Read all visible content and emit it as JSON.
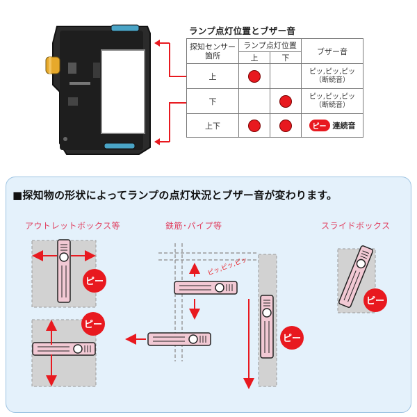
{
  "table": {
    "title": "ランプ点灯位置とブザー音",
    "headers": {
      "sensor": [
        "探知センサー",
        "箇所"
      ],
      "lamp_position": "ランプ点灯位置",
      "lamp_top": "上",
      "lamp_bottom": "下",
      "buzzer": "ブザー音"
    },
    "rows": [
      {
        "label": "上",
        "lamp_top_on": true,
        "lamp_bottom_on": false,
        "buzzer": [
          "ピッ,ピッ,ピッ",
          "（断続音）"
        ]
      },
      {
        "label": "下",
        "lamp_top_on": false,
        "lamp_bottom_on": true,
        "buzzer": [
          "ピッ,ピッ,ピッ",
          "（断続音）"
        ]
      },
      {
        "label": "上下",
        "lamp_top_on": true,
        "lamp_bottom_on": true,
        "buzzer_badge": "ピー",
        "buzzer_text": "連続音"
      }
    ]
  },
  "lower": {
    "heading": "■探知物の形状によってランプの点灯状況とブザー音が変わります。",
    "outlet_caption": "アウトレットボックス等",
    "pipe_caption": "鉄筋･パイプ等",
    "slide_caption": "スライドボックス",
    "beep_long": "ピー",
    "beep_short": "ピッ,ピッ,ピッ"
  },
  "colors": {
    "red": "#e8191f",
    "pink_device": "#f2c9d4",
    "panel_bg": "#e4f1fb",
    "gray_box": "#d2d2d2",
    "device_body": "#2a2a2a",
    "yellow_knob": "#e7a92b"
  }
}
